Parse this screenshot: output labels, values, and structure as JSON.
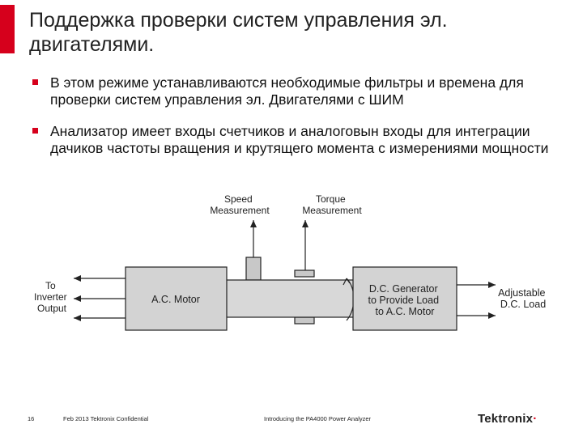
{
  "slide": {
    "title": "Поддержка проверки систем управления эл. двигателями.",
    "bullets": [
      "В этом режиме устанавливаются необходимые фильтры и времена для проверки систем управления эл. Двигателями с ШИМ",
      "Анализатор имеет входы счетчиков и аналоговын входы для интеграции дачиков частоты вращения и крутящего момента с измерениями мощности"
    ]
  },
  "diagram": {
    "speed_measurement": [
      "Speed",
      "Measurement"
    ],
    "torque_measurement": [
      "Torque",
      "Measurement"
    ],
    "to_inverter_output": [
      "To",
      "Inverter",
      "Output"
    ],
    "ac_motor": "A.C. Motor",
    "dc_generator": [
      "D.C. Generator",
      "to Provide Load",
      "to A.C. Motor"
    ],
    "adjustable_load": [
      "Adjustable",
      "D.C. Load"
    ]
  },
  "footer": {
    "page_number": "16",
    "date_confidential": "Feb 2013   Tektronix Confidential",
    "presentation": "Introducing the PA4000 Power Analyzer",
    "logo": "Tektronix"
  },
  "colors": {
    "accent": "#d6001c",
    "box_fill": "#d3d3d3",
    "line": "#222222"
  }
}
